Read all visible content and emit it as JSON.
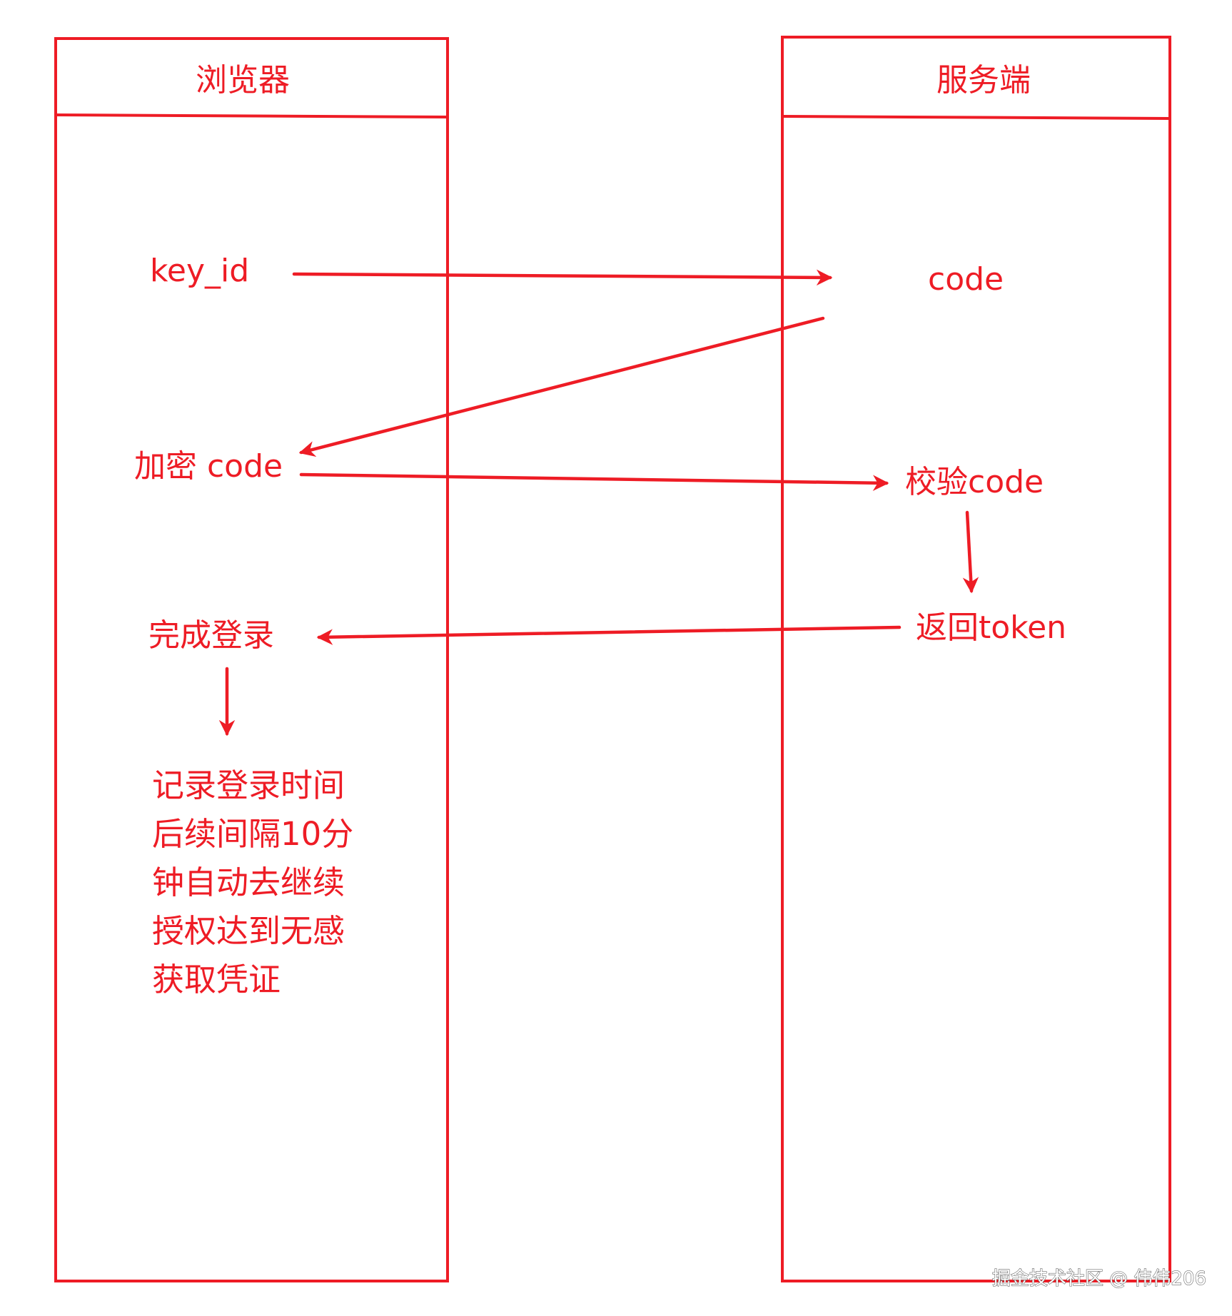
{
  "colors": {
    "accent": "#ee1c25",
    "background": "#ffffff"
  },
  "lanes": {
    "browser": {
      "title": "浏览器"
    },
    "server": {
      "title": "服务端"
    }
  },
  "nodes": {
    "key_id": "key_id",
    "code": "code",
    "encrypted_code": "加密 code",
    "verify_code": "校验code",
    "return_token": "返回token",
    "login_done": "完成登录"
  },
  "note": {
    "lines": [
      "记录登录时间",
      "后续间隔10分",
      "钟自动去继续",
      "授权达到无感",
      "获取凭证"
    ]
  },
  "edges": [
    {
      "from": "key_id",
      "to": "code"
    },
    {
      "from": "code",
      "to": "encrypted_code"
    },
    {
      "from": "encrypted_code",
      "to": "verify_code"
    },
    {
      "from": "verify_code",
      "to": "return_token"
    },
    {
      "from": "return_token",
      "to": "login_done"
    },
    {
      "from": "login_done",
      "to": "note"
    }
  ],
  "watermark": "掘金技术社区 @ 伟伟206"
}
